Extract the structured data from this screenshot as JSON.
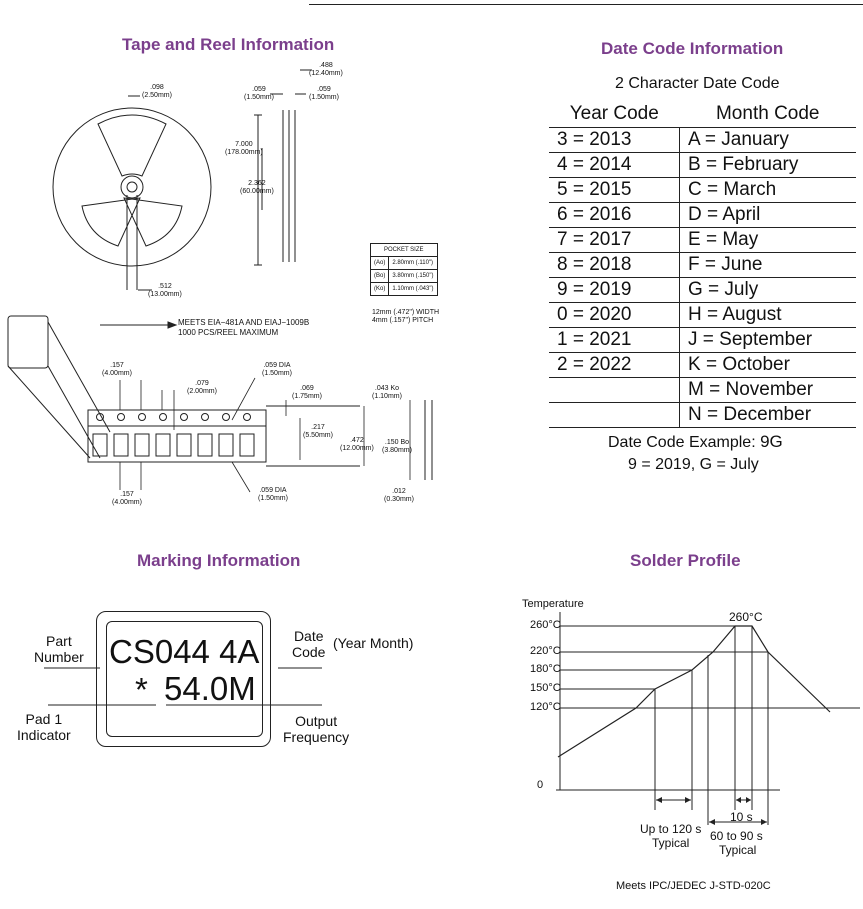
{
  "tape_reel": {
    "title": "Tape and Reel Information",
    "dims": {
      "d098": ".098",
      "d098mm": "(2.50mm)",
      "d059a": ".059",
      "d059amm": "(1.50mm)",
      "d488": ".488",
      "d488mm": "(12.40mm)",
      "d059b": ".059",
      "d059bmm": "(1.50mm)",
      "d7000": "7.000",
      "d7000mm": "(178.00mm)",
      "d2362": "2.362",
      "d2362mm": "(60.00mm)",
      "d512": ".512",
      "d512mm": "(13.00mm)"
    },
    "pocket": {
      "title": "POCKET SIZE",
      "rows": [
        {
          "key": "(Ao)",
          "val": "2.80mm (.110\")"
        },
        {
          "key": "(Bo)",
          "val": "3.80mm (.150\")"
        },
        {
          "key": "(Ko)",
          "val": "1.10mm (.043\")"
        }
      ],
      "width_note": "12mm (.472\") WIDTH",
      "pitch_note": "4mm (.157\") PITCH"
    },
    "meets_line1": "MEETS EIA−481A AND EIAJ−1009B",
    "meets_line2": "1000 PCS/REEL MAXIMUM",
    "tape_dims": {
      "p157a": ".157",
      "p157amm": "(4.00mm)",
      "p079": ".079",
      "p079mm": "(2.00mm)",
      "p059dia": ".059 DIA",
      "p059diamm": "(1.50mm)",
      "p069": ".069",
      "p069mm": "(1.75mm)",
      "p217": ".217",
      "p217mm": "(5.50mm)",
      "p472": ".472",
      "p472mm": "(12.00mm)",
      "p043": ".043 Ko",
      "p043mm": "(1.10mm)",
      "p150": ".150 Bo",
      "p150mm": "(3.80mm)",
      "p012": ".012",
      "p012mm": "(0.30mm)",
      "p157b": ".157",
      "p157bmm": "(4.00mm)",
      "p059dib": ".059 DIA",
      "p059dibmm": "(1.50mm)"
    }
  },
  "date_code": {
    "title": "Date Code Information",
    "subtitle": "2 Character Date Code",
    "header_year": "Year Code",
    "header_month": "Month Code",
    "rows": [
      {
        "year": "3 = 2013",
        "month": "A = January"
      },
      {
        "year": "4 = 2014",
        "month": "B = February"
      },
      {
        "year": "5 = 2015",
        "month": "C = March"
      },
      {
        "year": "6 = 2016",
        "month": "D = April"
      },
      {
        "year": "7 = 2017",
        "month": "E = May"
      },
      {
        "year": "8 = 2018",
        "month": "F = June"
      },
      {
        "year": "9 = 2019",
        "month": "G = July"
      },
      {
        "year": "0 = 2020",
        "month": "H = August"
      },
      {
        "year": "1 = 2021",
        "month": "J = September"
      },
      {
        "year": "2 = 2022",
        "month": "K = October"
      },
      {
        "year": "",
        "month": "M = November"
      },
      {
        "year": "",
        "month": "N = December"
      }
    ],
    "example_label": "Date Code Example:",
    "example_code": "9G",
    "example_meaning": "9 = 2019, G = July"
  },
  "marking": {
    "title": "Marking Information",
    "line1": "CS044 4A",
    "line2_star": "*",
    "line2_freq": "54.0M",
    "part_number": [
      "Part",
      "Number"
    ],
    "date_code": [
      "Date",
      "Code"
    ],
    "year_month": "(Year Month)",
    "pad1": [
      "Pad 1",
      "Indicator"
    ],
    "output": [
      "Output",
      "Frequency"
    ]
  },
  "solder": {
    "title": "Solder Profile",
    "y_title": "Temperature",
    "ticks": [
      "260°C",
      "220°C",
      "180°C",
      "150°C",
      "120°C",
      "0"
    ],
    "peak_label": "260°C",
    "up_to": "Up to 120 s",
    "typical1": "Typical",
    "ten_s": "10 s",
    "sixty": "60 to 90 s",
    "typical2": "Typical",
    "meets": "Meets IPC/JEDEC J-STD-020C"
  }
}
